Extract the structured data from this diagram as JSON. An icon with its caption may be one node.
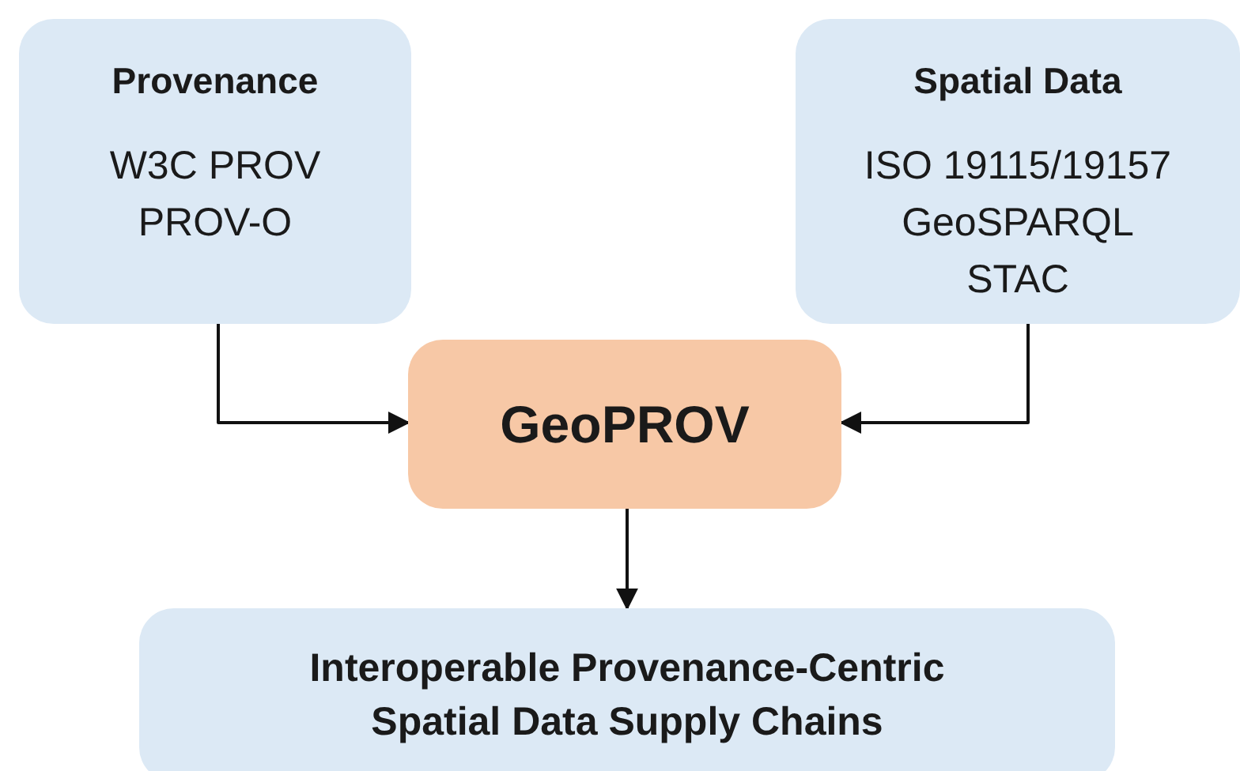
{
  "diagram": {
    "nodes": [
      {
        "text": [
          "Provenance",
          "W3C PROV",
          "PROV-O"
        ]
      },
      {
        "text": [
          "Spatial Data",
          "ISO 19115/19157",
          "GeoSPARQL",
          "STAC"
        ]
      },
      {
        "text": [
          "GeoPROV"
        ]
      },
      {
        "text": [
          "Interoperable Provenance-Centric Spatial Data Supply Chains"
        ]
      }
    ],
    "edges": [
      {
        "from": 0,
        "to": 2,
        "arrow": "to"
      },
      {
        "from": 1,
        "to": 2,
        "arrow": "to"
      },
      {
        "from": 2,
        "to": 3,
        "arrow": "to"
      }
    ]
  }
}
